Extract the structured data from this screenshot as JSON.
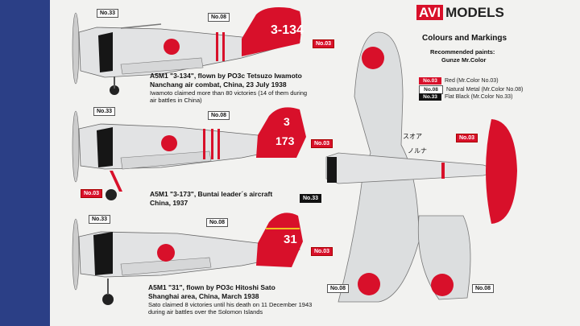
{
  "brand": {
    "avi": "AVI",
    "models": "MODELS"
  },
  "header": {
    "title": "Colours and Markings",
    "recommended_1": "Recommended paints:",
    "recommended_2": "Gunze Mr.Color"
  },
  "legend": [
    {
      "code": "No.03",
      "text": "Red (Mr.Color No.03)",
      "color": "#d8102a"
    },
    {
      "code": "No.08",
      "text": "Natural Metal (Mr.Color No.08)",
      "color": "#ffffff"
    },
    {
      "code": "No.33",
      "text": "Flat Black (Mr.Color No.33)",
      "color": "#111111"
    }
  ],
  "aircraft": [
    {
      "title": "A5M1 \"3-134\", flown by PO3c Tetsuzo Iwamoto",
      "subtitle": "Nanchang air combat, China, 23 July 1938",
      "note_1": "Iwamoto claimed more than 80 victories (14 of them during",
      "note_2": "air battles in China)",
      "tail_code": "3-134",
      "tags": [
        "No.33",
        "No.08",
        "No.03"
      ]
    },
    {
      "title": "A5M1 \"3-173\", Buntai leader´s aircraft",
      "subtitle": "China, 1937",
      "tail_top": "3",
      "tail_bottom": "173",
      "tags": [
        "No.33",
        "No.08",
        "No.03",
        "No.03"
      ]
    },
    {
      "title": "A5M1 \"31\", flown by PO3c Hitoshi Sato",
      "subtitle": "Shanghai area, China, March 1938",
      "note_1": "Sato claimed 8 victories until his death on 11 December 1943",
      "note_2": "during air battles over the Solomon Islands",
      "tail_code": "31",
      "tags": [
        "No.33",
        "No.08",
        "No.03"
      ]
    }
  ],
  "planform": {
    "kana_1": "スオア",
    "kana_2": "ノルナ",
    "tags": [
      "No.33",
      "No.03",
      "No.08",
      "No.08"
    ]
  }
}
